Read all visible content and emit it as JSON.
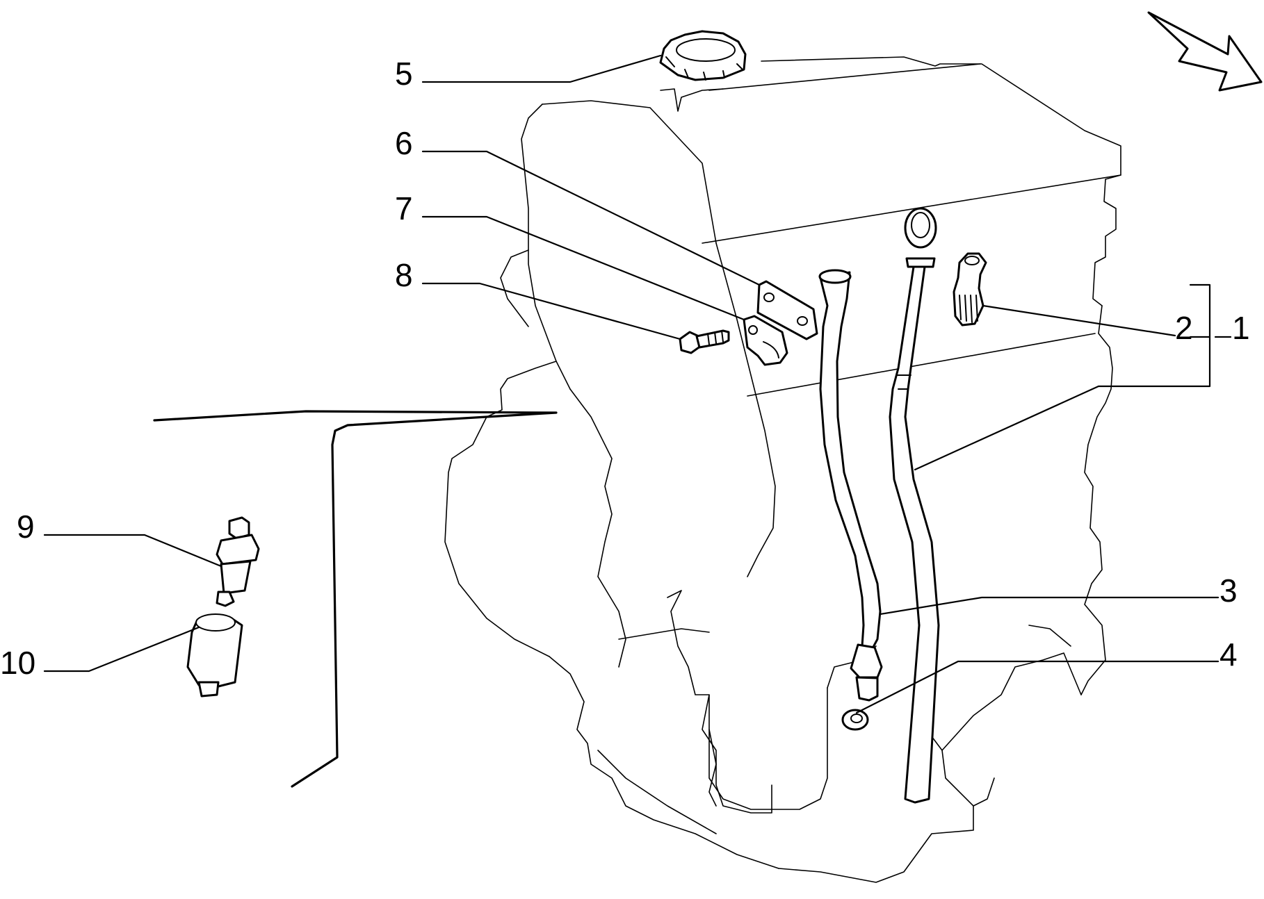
{
  "callouts": {
    "c1": "1",
    "c2": "2",
    "c3": "3",
    "c4": "4",
    "c5": "5",
    "c6": "6",
    "c7": "7",
    "c8": "8",
    "c9": "9",
    "c10": "10"
  },
  "colors": {
    "line": "#000000",
    "background": "#ffffff"
  },
  "icons": {
    "view-direction": "arrow-down-right-icon"
  }
}
